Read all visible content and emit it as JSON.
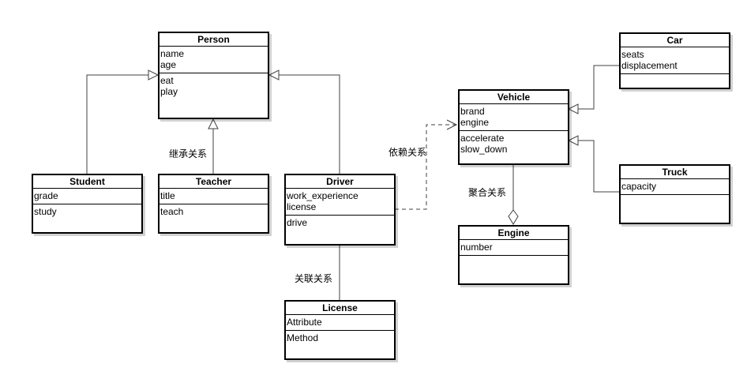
{
  "classes": {
    "person": {
      "name": "Person",
      "attributes": [
        "name",
        "age"
      ],
      "operations": [
        "eat",
        "play"
      ]
    },
    "student": {
      "name": "Student",
      "attributes": [
        "grade"
      ],
      "operations": [
        "study"
      ]
    },
    "teacher": {
      "name": "Teacher",
      "attributes": [
        "title"
      ],
      "operations": [
        "teach"
      ]
    },
    "driver": {
      "name": "Driver",
      "attributes": [
        "work_experience",
        "license"
      ],
      "operations": [
        "drive"
      ]
    },
    "license": {
      "name": "License",
      "attributes": [
        "Attribute"
      ],
      "operations": [
        "Method"
      ]
    },
    "vehicle": {
      "name": "Vehicle",
      "attributes": [
        "brand",
        "engine"
      ],
      "operations": [
        "accelerate",
        "slow_down"
      ]
    },
    "engine": {
      "name": "Engine",
      "attributes": [
        "number"
      ],
      "operations": []
    },
    "car": {
      "name": "Car",
      "attributes": [
        "seats",
        "displacement"
      ],
      "operations": []
    },
    "truck": {
      "name": "Truck",
      "attributes": [
        "capacity"
      ],
      "operations": []
    }
  },
  "labels": {
    "inheritance": "继承关系",
    "dependency": "依赖关系",
    "association": "关联关系",
    "aggregation": "聚合关系"
  },
  "colors": {
    "line": "#404040",
    "border": "#000000"
  }
}
